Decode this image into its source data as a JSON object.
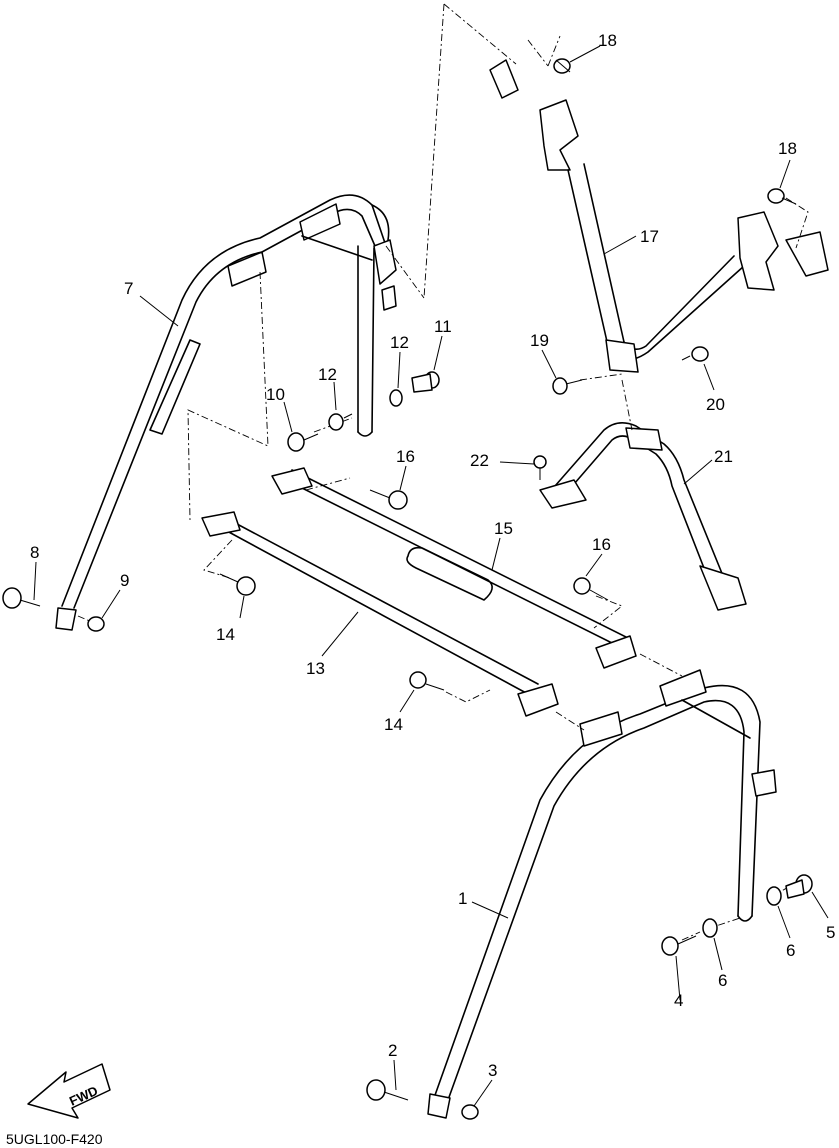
{
  "diagram_code": "5UGL100-F420",
  "fwd_label": "FWD",
  "callouts": [
    {
      "id": "c1",
      "label": "1"
    },
    {
      "id": "c2",
      "label": "2"
    },
    {
      "id": "c3",
      "label": "3"
    },
    {
      "id": "c4",
      "label": "4"
    },
    {
      "id": "c5",
      "label": "5"
    },
    {
      "id": "c6a",
      "label": "6"
    },
    {
      "id": "c6b",
      "label": "6"
    },
    {
      "id": "c7",
      "label": "7"
    },
    {
      "id": "c8",
      "label": "8"
    },
    {
      "id": "c9",
      "label": "9"
    },
    {
      "id": "c10",
      "label": "10"
    },
    {
      "id": "c11",
      "label": "11"
    },
    {
      "id": "c12a",
      "label": "12"
    },
    {
      "id": "c12b",
      "label": "12"
    },
    {
      "id": "c13",
      "label": "13"
    },
    {
      "id": "c14a",
      "label": "14"
    },
    {
      "id": "c14b",
      "label": "14"
    },
    {
      "id": "c15",
      "label": "15"
    },
    {
      "id": "c16a",
      "label": "16"
    },
    {
      "id": "c16b",
      "label": "16"
    },
    {
      "id": "c17",
      "label": "17"
    },
    {
      "id": "c18a",
      "label": "18"
    },
    {
      "id": "c18b",
      "label": "18"
    },
    {
      "id": "c19",
      "label": "19"
    },
    {
      "id": "c20",
      "label": "20"
    },
    {
      "id": "c21",
      "label": "21"
    },
    {
      "id": "c22",
      "label": "22"
    }
  ]
}
